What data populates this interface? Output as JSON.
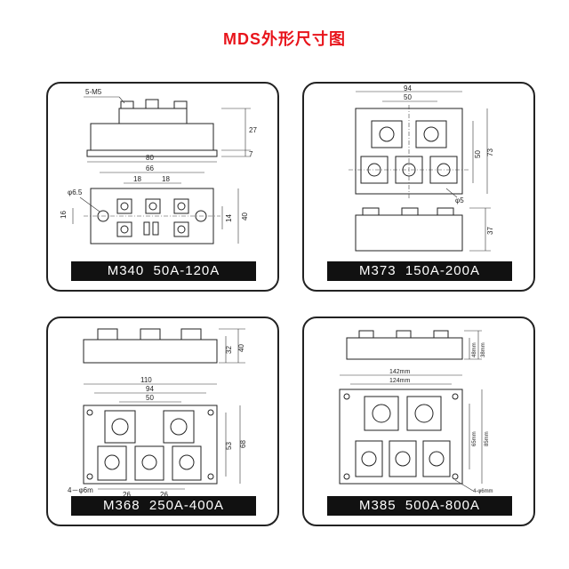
{
  "title": "MDS外形尺寸图",
  "panels": [
    {
      "label": "M340  50A-120A",
      "dims": [
        "5-M5",
        "27",
        "7",
        "80",
        "66",
        "18",
        "18",
        "φ6.5",
        "16",
        "14",
        "40"
      ]
    },
    {
      "label": "M373  150A-200A",
      "dims": [
        "94",
        "50",
        "50",
        "73",
        "φ5",
        "37"
      ]
    },
    {
      "label": "M368  250A-400A",
      "dims": [
        "32",
        "40",
        "110",
        "94",
        "50",
        "53",
        "68",
        "4－φ6m",
        "26",
        "26"
      ]
    },
    {
      "label": "M385  500A-800A",
      "dims": [
        "48mm",
        "38mm",
        "142mm",
        "124mm",
        "65mm",
        "85mm",
        "4-φ6mm"
      ]
    }
  ],
  "colors": {
    "title": "#e8141b",
    "label_bg": "#111111",
    "line": "#222222"
  }
}
